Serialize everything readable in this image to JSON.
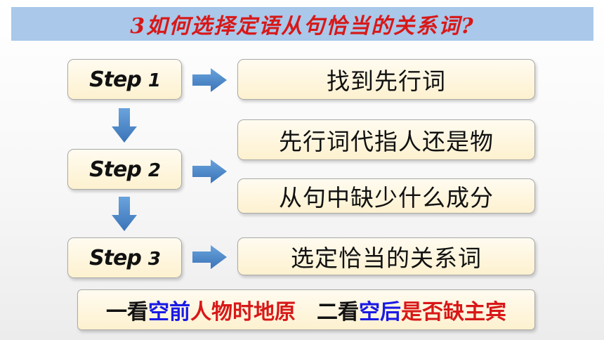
{
  "title": "3如何选择定语从句恰当的关系词?",
  "steps": [
    {
      "label": "Step",
      "num": "1"
    },
    {
      "label": "Step",
      "num": "2"
    },
    {
      "label": "Step",
      "num": "3"
    }
  ],
  "contents": [
    "找到先行词",
    "先行词代指人还是物",
    "从句中缺少什么成分",
    "选定恰当的关系词"
  ],
  "bottom": {
    "part1_a": "一看",
    "part1_b": "空前",
    "part1_c": "人物时地原",
    "part2_a": "二看",
    "part2_b": "空后",
    "part2_c": "是否缺主宾"
  },
  "colors": {
    "title": "#d81818",
    "title_bar": "#a9c8ea",
    "arrow": "#4a86c8",
    "blue_text": "#1a1ae6",
    "red_text": "#d81818"
  }
}
